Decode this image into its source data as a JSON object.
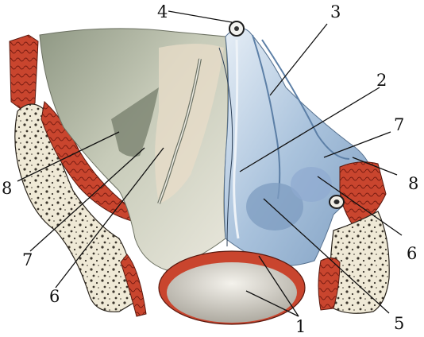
{
  "figure": {
    "labels": {
      "l1": "1",
      "l2": "2",
      "l3": "3",
      "l4": "4",
      "l5": "5",
      "l6_left": "6",
      "l6_right": "6",
      "l7_left": "7",
      "l7_right": "7",
      "l8_left": "8",
      "l8_right": "8"
    }
  },
  "colors": {
    "bone": "#efe9d6",
    "bone_pore": "#3b352c",
    "muscle": "#c9452e",
    "muscle_dark": "#7a1d12",
    "peritoneum_left": "#b9bfae",
    "peritoneum_right": "#b9cde0",
    "opening": "#d9d6cf",
    "ink": "#111111"
  }
}
